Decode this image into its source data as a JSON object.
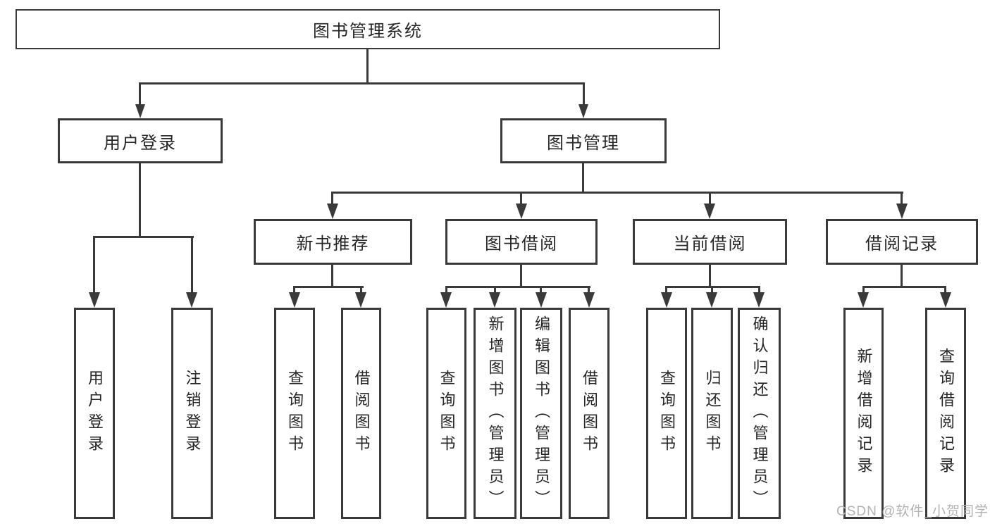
{
  "nodes": {
    "root": "图书管理系统",
    "level2": [
      "用户登录",
      "图书管理"
    ],
    "level3": [
      "新书推荐",
      "图书借阅",
      "当前借阅",
      "借阅记录"
    ],
    "leaves": {
      "user_login": [
        "用户登录",
        "注销登录"
      ],
      "new_book_recommendation": [
        "查询图书",
        "借阅图书"
      ],
      "book_borrowing": [
        "查询图书",
        "新增图书（管理员）",
        "编辑图书（管理员）",
        "借阅图书"
      ],
      "current_borrowing": [
        "查询图书",
        "归还图书",
        "确认归还（管理员）"
      ],
      "borrowing_records": [
        "新增借阅记录",
        "查询借阅记录"
      ]
    }
  },
  "colors": {
    "line": "#3a3a3a",
    "text": "#262626",
    "background": "#ffffff",
    "watermark": "#b3b3b3"
  },
  "watermark": "CSDN @软件_小贺同学"
}
